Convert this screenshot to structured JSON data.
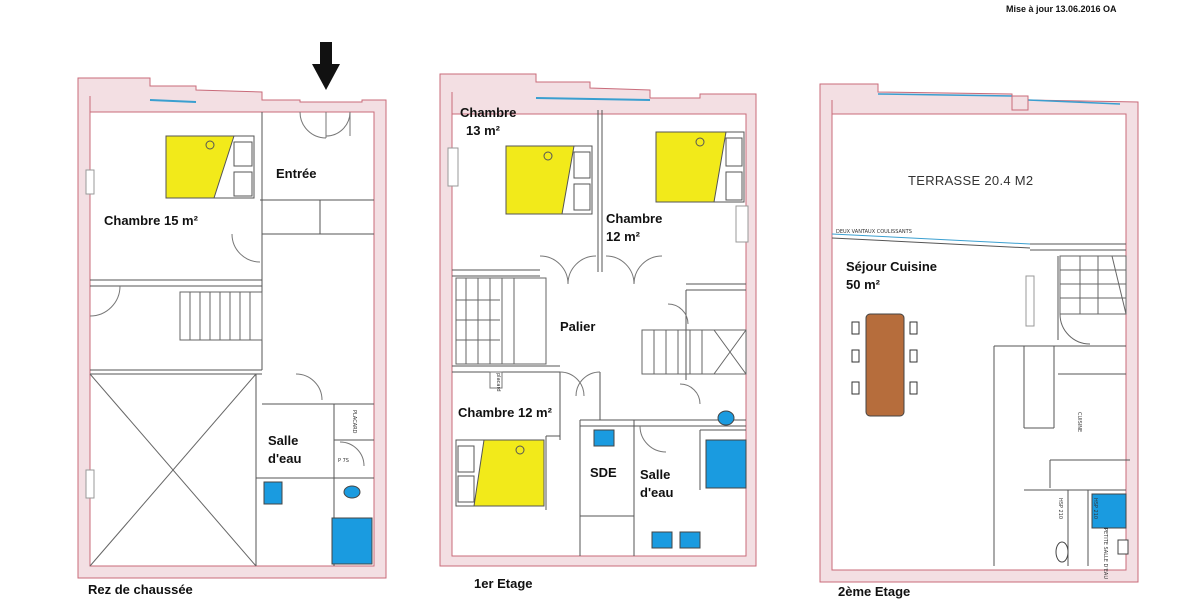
{
  "header": {
    "update_note": "Mise à jour 13.06.2016 OA"
  },
  "colors": {
    "wall": "#f3dfe3",
    "wall_stroke": "#c96b7a",
    "bed": "#f2ea1a",
    "bath": "#1a9be0",
    "table": "#b66d3c",
    "line": "#555555",
    "window": "#3a9fd0"
  },
  "icons": {
    "entrance_arrow": "arrow-down-icon"
  },
  "floors": [
    {
      "name": "Rez de chaussée",
      "rooms": {
        "chambre": "Chambre 15 m²",
        "entree": "Entrée",
        "salle_line1": "Salle",
        "salle_line2": "d'eau"
      },
      "small_labels": {
        "placard": "PLACARD",
        "p": "P 7S"
      }
    },
    {
      "name": "1er Etage",
      "rooms": {
        "chambre_a_line1": "Chambre",
        "chambre_a_line2": "13 m²",
        "chambre_b_line1": "Chambre",
        "chambre_b_line2": "12 m²",
        "palier": "Palier",
        "chambre_c": "Chambre 12 m²",
        "sde": "SDE",
        "salle_line1": "Salle",
        "salle_line2": "d'eau"
      },
      "small_labels": {
        "placard": "placard"
      }
    },
    {
      "name": "2ème Etage",
      "rooms": {
        "terrasse": "TERRASSE  20.4 M2",
        "sejour_line1": "Séjour Cuisine",
        "sejour_line2": "50 m²",
        "cuisine": "CUISINE"
      },
      "small_labels": {
        "vantaux": "DEUX VANTAUX COULISSANTS",
        "hsp": "HSP 210",
        "petite_salle": "PETITE SALLE D'EAU",
        "hsp2": "HSP 210"
      }
    }
  ]
}
